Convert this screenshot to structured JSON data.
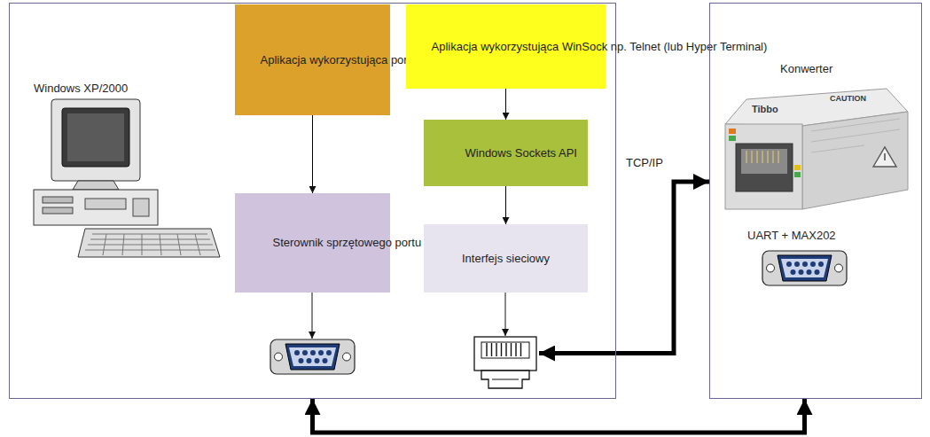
{
  "diagram": {
    "nodes": [
      {
        "text": [
          "Windows XP/2000"
        ]
      },
      {
        "text": [
          "Aplikacja wykorzystująca port COM np. Hyper Terminal"
        ],
        "in": 0
      },
      {
        "text": [
          "Aplikacja wykorzystująca WinSock np. Telnet (lub Hyper Terminal)"
        ],
        "in": 0
      },
      {
        "text": [
          "Windows Sockets API"
        ],
        "in": 0
      },
      {
        "text": [
          "Sterownik sprzętowego portu szeregowego"
        ],
        "in": 0
      },
      {
        "text": [
          "Interfejs sieciowy"
        ],
        "in": 0
      },
      {
        "text": [
          "Konwerter",
          "UART + MAX202"
        ]
      }
    ],
    "edges": [
      {
        "from": 1,
        "to": 4,
        "arrow": "to"
      },
      {
        "from": 2,
        "to": 3,
        "arrow": "to"
      },
      {
        "from": 3,
        "to": 5,
        "arrow": "to"
      },
      {
        "from": 0,
        "to": 6,
        "label": "TCP/IP",
        "arrow": "both"
      },
      {
        "from": 0,
        "to": 6,
        "arrow": "both"
      }
    ],
    "labels": [
      "Tibbo",
      "CAUTION"
    ]
  }
}
